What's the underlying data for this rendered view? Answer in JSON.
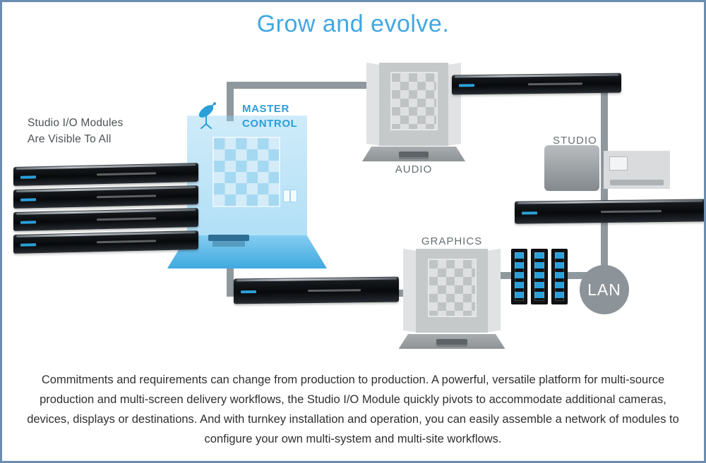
{
  "title": "Grow and evolve.",
  "colors": {
    "title_blue": "#41a8e1",
    "accent_blue": "#2b9fd8",
    "master_floor_blue": "#3fa9e0",
    "connector_gray": "#8f989d",
    "label_gray": "#676e72",
    "lan_circle_gray": "#8d9499",
    "server_black": "#0a0c0e",
    "border_blue": "#6b8db0"
  },
  "diagram": {
    "modules_label": {
      "line1": "Studio I/O Modules",
      "line2": "Are Visible To All"
    },
    "master_control": {
      "line1": "MASTER",
      "line2": "CONTROL"
    },
    "audio_label": "AUDIO",
    "studio_label": "STUDIO",
    "graphics_label": "GRAPHICS",
    "lan_label": "LAN"
  },
  "footer": {
    "paragraph": "Commitments and requirements can change from production to production. A powerful, versatile platform for multi-source production and multi-screen delivery workflows, the Studio I/O Module quickly pivots to accommodate additional cameras, devices, displays or destinations. And with turnkey installation and operation, you can easily assemble a network of modules to configure your own multi-system and multi-site workflows."
  }
}
